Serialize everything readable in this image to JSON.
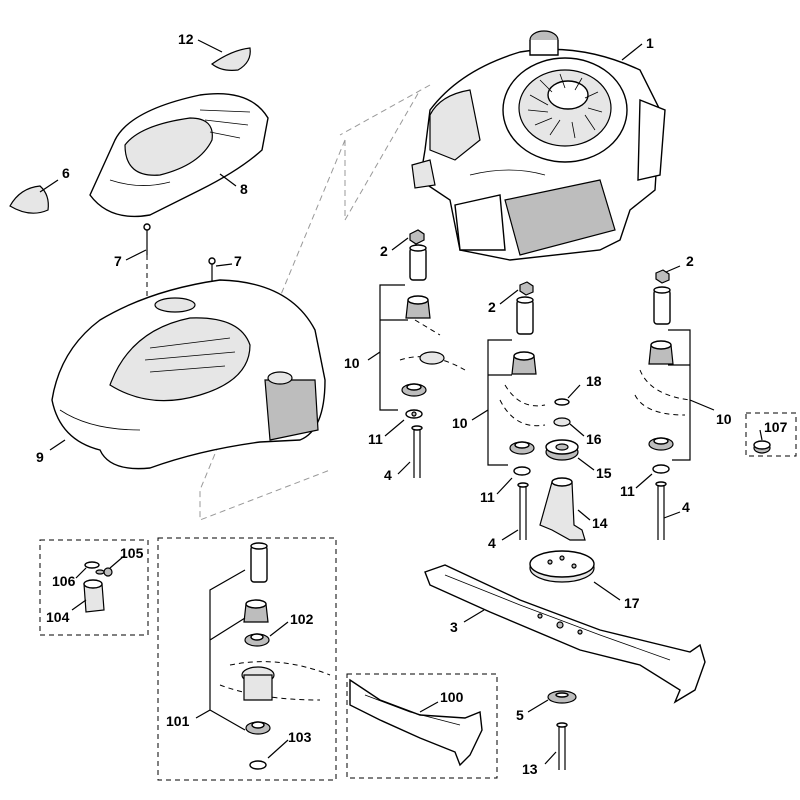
{
  "callouts": {
    "p1": "1",
    "p2a": "2",
    "p2b": "2",
    "p2c": "2",
    "p3": "3",
    "p4a": "4",
    "p4b": "4",
    "p4c": "4",
    "p5": "5",
    "p6": "6",
    "p7a": "7",
    "p7b": "7",
    "p8": "8",
    "p9": "9",
    "p10a": "10",
    "p10b": "10",
    "p10c": "10",
    "p11a": "11",
    "p11b": "11",
    "p11c": "11",
    "p12": "12",
    "p13": "13",
    "p14": "14",
    "p15": "15",
    "p16": "16",
    "p17": "17",
    "p18": "18",
    "p100": "100",
    "p101": "101",
    "p102": "102",
    "p103": "103",
    "p104": "104",
    "p105": "105",
    "p106": "106",
    "p107": "107"
  }
}
